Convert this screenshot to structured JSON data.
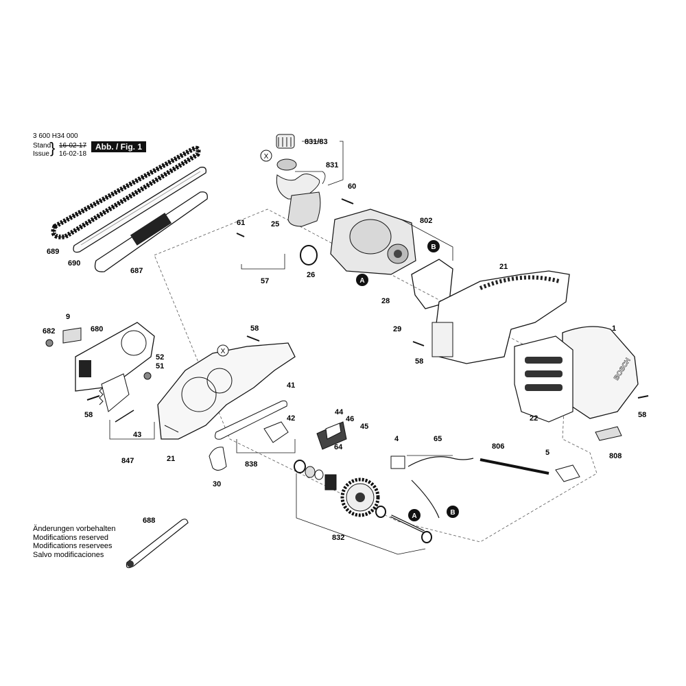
{
  "header": {
    "doc_number": "3 600 H34 000",
    "stand_label": "Stand",
    "issue_label": "Issue",
    "stand_date": "16-02-17",
    "issue_date": "16-02-18",
    "figure_tag": "Abb. / Fig. 1"
  },
  "footer_note": [
    "Änderungen vorbehalten",
    "Modifications reserved",
    "Modifications reservees",
    "Salvo modificaciones"
  ],
  "markers": {
    "x": "X",
    "a": "A",
    "b": "B"
  },
  "brand_text": "BOSCH",
  "parts": {
    "p831_83": "831/83",
    "p831": "831",
    "p60": "60",
    "p61": "61",
    "p25": "25",
    "p802": "802",
    "p689": "689",
    "p690": "690",
    "p687": "687",
    "p57": "57",
    "p26": "26",
    "p21a": "21",
    "p28": "28",
    "p29": "29",
    "p58a": "58",
    "p1": "1",
    "p9": "9",
    "p682": "682",
    "p680": "680",
    "p58b": "58",
    "p52": "52",
    "p51": "51",
    "p58c": "58",
    "p43": "43",
    "p847": "847",
    "p41": "41",
    "p42": "42",
    "p21b": "21",
    "p838": "838",
    "p30": "30",
    "p44": "44",
    "p46": "46",
    "p45": "45",
    "p64": "64",
    "p4": "4",
    "p65": "65",
    "p806": "806",
    "p5": "5",
    "p22": "22",
    "p58d": "58",
    "p808": "808",
    "p688": "688",
    "p832": "832"
  }
}
